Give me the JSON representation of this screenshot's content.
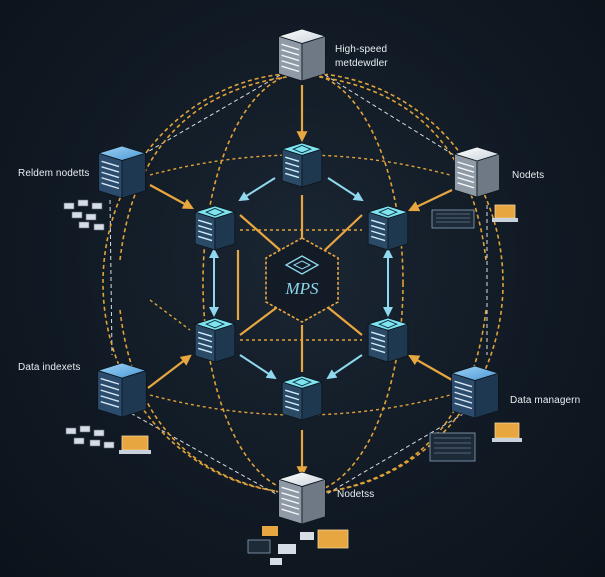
{
  "labels": {
    "top": [
      "High-speed",
      "metdewdler"
    ],
    "left_upper": "Reldem nodetts",
    "right_upper": "Nodets",
    "left_lower": "Data indexets",
    "right_lower": "Data managern",
    "bottom": "Nodetss"
  },
  "center_logo": "MPS",
  "colors": {
    "background": "#111a24",
    "inner_node": "#7fe3f0",
    "outer_node_blue": "#5aa6e0",
    "outer_node_white": "#e9eef3",
    "orange_line": "#e8a640",
    "dotted_orange": "#e0a23a",
    "cyan_arrow": "#8fd8ee",
    "white_dashed": "#d8dde2"
  },
  "nodes": {
    "outer": [
      {
        "id": "top",
        "style": "white"
      },
      {
        "id": "left-upper",
        "style": "blue"
      },
      {
        "id": "right-upper",
        "style": "white"
      },
      {
        "id": "left-lower",
        "style": "blue"
      },
      {
        "id": "right-lower",
        "style": "blue"
      },
      {
        "id": "bottom",
        "style": "white"
      }
    ],
    "inner": [
      "top",
      "upper-left",
      "upper-right",
      "lower-left",
      "lower-right",
      "bottom"
    ]
  }
}
